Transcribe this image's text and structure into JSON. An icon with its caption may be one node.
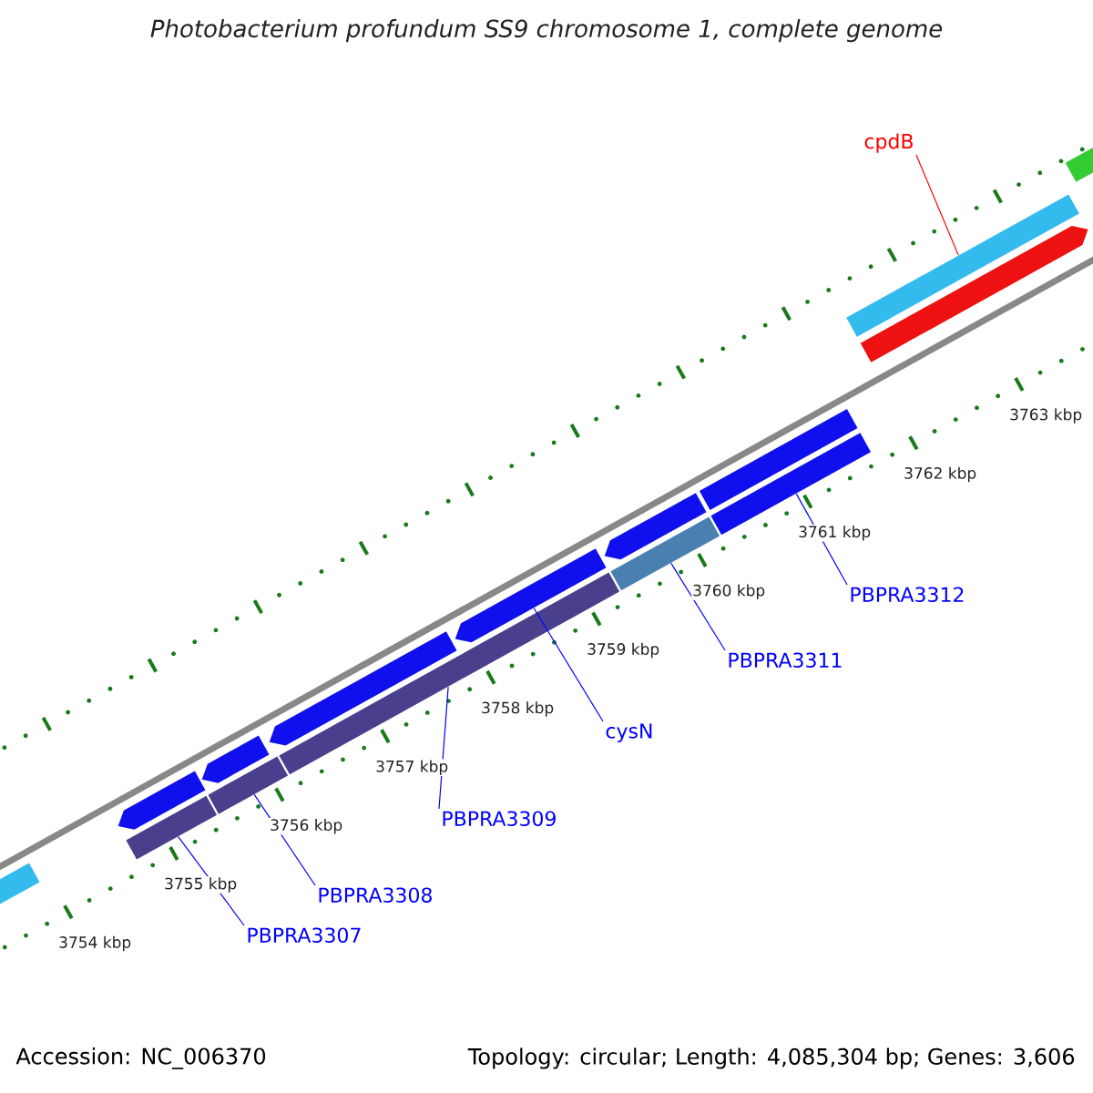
{
  "diagram": {
    "title": "Photobacterium profundum SS9 chromosome 1, complete genome",
    "nodes": [
      {
        "text": [
          "cpdB"
        ]
      },
      {
        "text": [
          "PBPRA3312"
        ]
      },
      {
        "text": [
          "PBPRA3311"
        ]
      },
      {
        "text": [
          "cysN"
        ]
      },
      {
        "text": [
          "PBPRA3309"
        ]
      },
      {
        "text": [
          "PBPRA3308"
        ]
      },
      {
        "text": [
          "PBPRA3307"
        ]
      },
      {
        "text": [],
        "shape": "bar"
      },
      {
        "text": [],
        "shape": "bar"
      },
      {
        "text": [],
        "shape": "bar"
      },
      {
        "text": [],
        "shape": "bar"
      },
      {
        "text": [],
        "shape": "bar"
      },
      {
        "text": [],
        "shape": "bar"
      },
      {
        "text": [],
        "shape": "bar"
      },
      {
        "text": [],
        "shape": "bar"
      },
      {
        "text": [],
        "shape": "bar"
      },
      {
        "text": [],
        "shape": "bar"
      },
      {
        "text": [],
        "shape": "bar"
      },
      {
        "text": [],
        "shape": "bar"
      },
      {
        "text": [],
        "shape": "bar"
      },
      {
        "text": [],
        "shape": "bar"
      },
      {
        "text": [],
        "shape": "bar"
      }
    ],
    "edges": [
      {
        "from": 0,
        "to": 19,
        "arrow": "none",
        "color": "#ff0000"
      },
      {
        "from": 1,
        "to": 18,
        "arrow": "none"
      },
      {
        "from": 2,
        "to": 17,
        "arrow": "none"
      },
      {
        "from": 3,
        "to": 11,
        "arrow": "none"
      },
      {
        "from": 4,
        "to": 16,
        "arrow": "none"
      },
      {
        "from": 5,
        "to": 15,
        "arrow": "none"
      },
      {
        "from": 6,
        "to": 14,
        "arrow": "none"
      }
    ],
    "labels": [
      "3763 kbp",
      "3762 kbp",
      "3761 kbp",
      "3760 kbp",
      "3759 kbp",
      "3758 kbp",
      "3757 kbp",
      "3756 kbp",
      "3755 kbp",
      "3754 kbp",
      "Accession: NC_006370",
      "Topology: circular; Length: 4,085,304 bp; Genes: 3,606"
    ]
  }
}
